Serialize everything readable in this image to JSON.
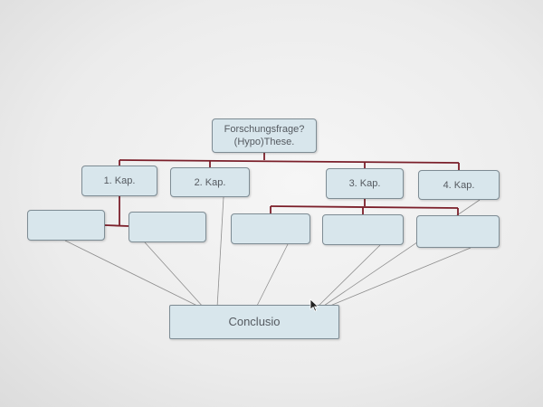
{
  "diagram": {
    "root": {
      "line1": "Forschungsfrage?",
      "line2": "(Hypo)These."
    },
    "chapters": [
      "1. Kap.",
      "2. Kap.",
      "3. Kap.",
      "4. Kap."
    ],
    "subnodes": [
      "",
      "",
      "",
      "",
      ""
    ],
    "conclusion": "Conclusio"
  },
  "colors": {
    "node_fill": "#d8e6ec",
    "node_border": "#7e8c94",
    "tree_connector": "#7b1f2a",
    "conclusion_line": "#8d8d8d"
  }
}
